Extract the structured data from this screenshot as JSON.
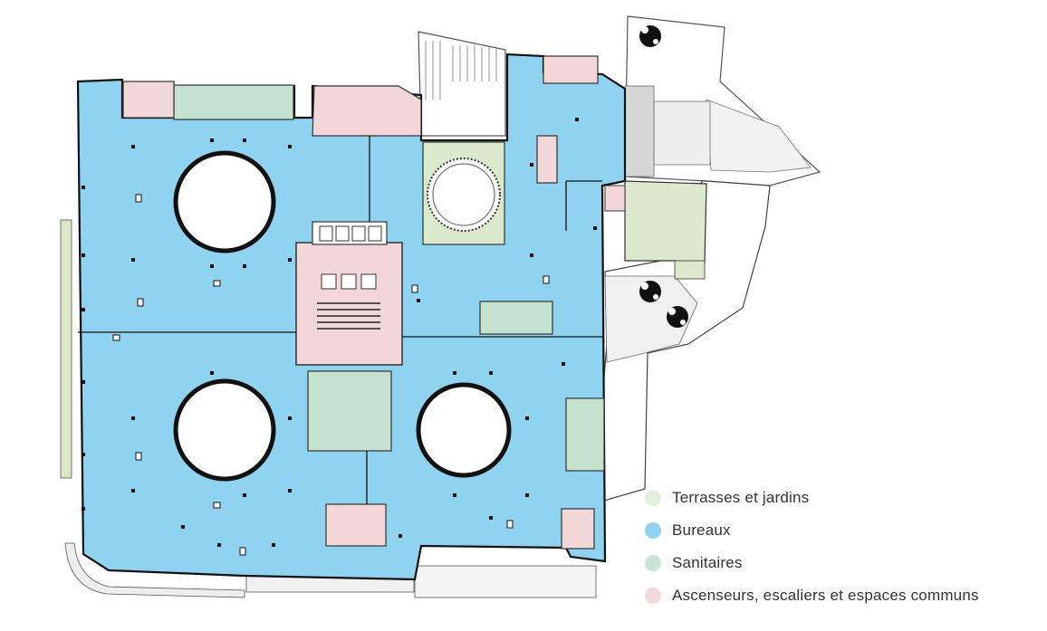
{
  "legend": [
    {
      "label": "Terrasses et jardins",
      "color": "#e3efd9",
      "category": "terrasses"
    },
    {
      "label": "Bureaux",
      "color": "#8fd3f0",
      "category": "bureaux"
    },
    {
      "label": "Sanitaires",
      "color": "#c7e4d4",
      "category": "sanitaires"
    },
    {
      "label": "Ascenseurs, escaliers et espaces communs",
      "color": "#f4d9da",
      "category": "communs"
    }
  ],
  "colors": {
    "bureaux": "#8fd3f0",
    "terrasses": "#dde9cf",
    "sanitaires": "#c5e2cf",
    "communs": "#f2d7d8",
    "walls": "#111111",
    "exterior": "#e6e6e6",
    "void": "#ffffff",
    "tree": "#111111"
  }
}
